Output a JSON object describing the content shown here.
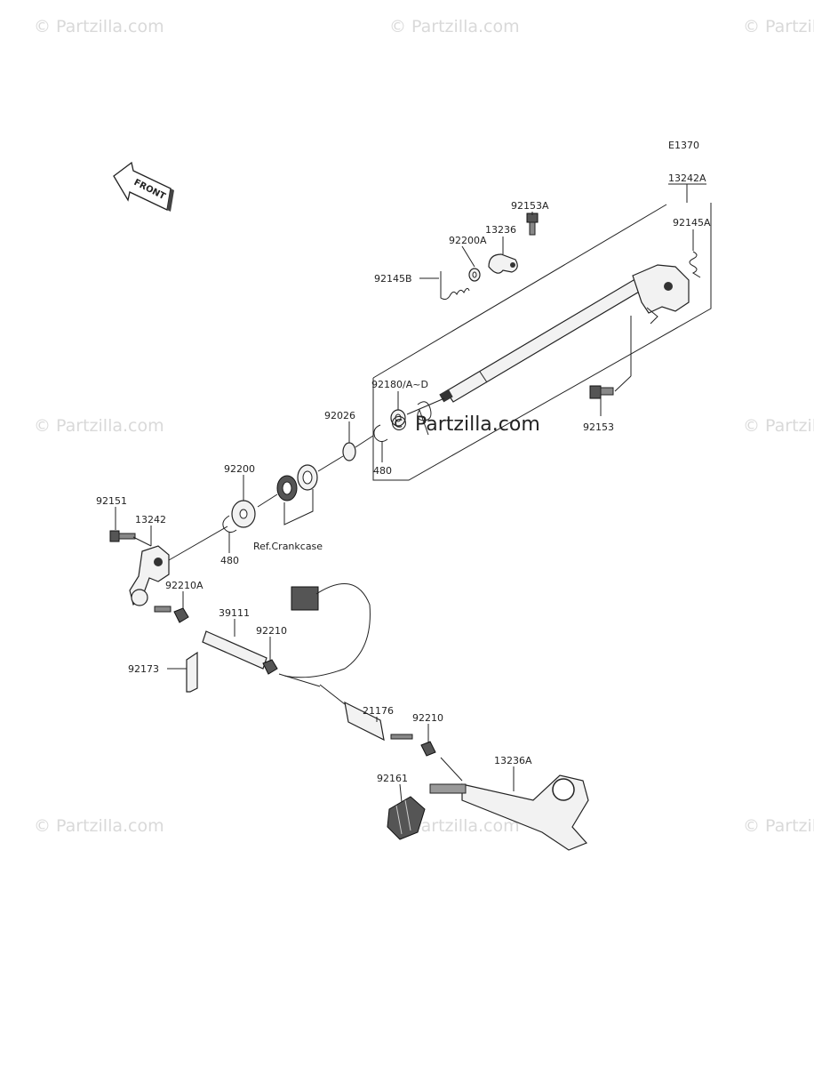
{
  "diagram": {
    "code": "E1370",
    "front_label": "FRONT",
    "ref_text": "Ref.Crankcase",
    "watermark": "© Partzilla.com",
    "watermark_center": "© Partzilla.com",
    "labels": {
      "l13242A": "13242A",
      "l92153A": "92153A",
      "l13236": "13236",
      "l92145A": "92145A",
      "l92200A": "92200A",
      "l92145B": "92145B",
      "l92180": "92180/A~D",
      "l92026": "92026",
      "l480a": "480",
      "l92153": "92153",
      "l92200": "92200",
      "l92151": "92151",
      "l13242": "13242",
      "l480b": "480",
      "l92210A": "92210A",
      "l39111": "39111",
      "l92210a": "92210",
      "l92173": "92173",
      "l21176": "21176",
      "l92210b": "92210",
      "l13236A": "13236A",
      "l92161": "92161"
    }
  }
}
